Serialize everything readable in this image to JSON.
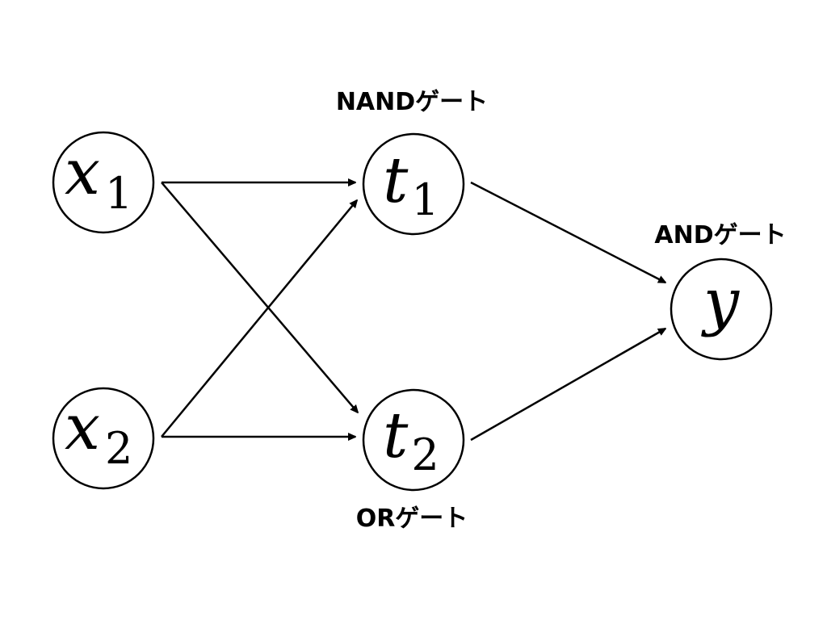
{
  "diagram": {
    "type": "neural-network-logic-gates",
    "nodes": [
      {
        "id": "x1",
        "symbol": "x",
        "subscript": "1",
        "role": "input"
      },
      {
        "id": "x2",
        "symbol": "x",
        "subscript": "2",
        "role": "input"
      },
      {
        "id": "t1",
        "symbol": "t",
        "subscript": "1",
        "role": "hidden",
        "gate": "NANDゲート"
      },
      {
        "id": "t2",
        "symbol": "t",
        "subscript": "2",
        "role": "hidden",
        "gate": "ORゲート"
      },
      {
        "id": "y",
        "symbol": "y",
        "subscript": "",
        "role": "output",
        "gate": "ANDゲート"
      }
    ],
    "edges": [
      {
        "from": "x1",
        "to": "t1"
      },
      {
        "from": "x1",
        "to": "t2"
      },
      {
        "from": "x2",
        "to": "t1"
      },
      {
        "from": "x2",
        "to": "t2"
      },
      {
        "from": "t1",
        "to": "y"
      },
      {
        "from": "t2",
        "to": "y"
      }
    ],
    "labels": {
      "nand": "NANDゲート",
      "or": "ORゲート",
      "and": "ANDゲート"
    },
    "colors": {
      "stroke": "#000000",
      "background": "#ffffff"
    }
  }
}
